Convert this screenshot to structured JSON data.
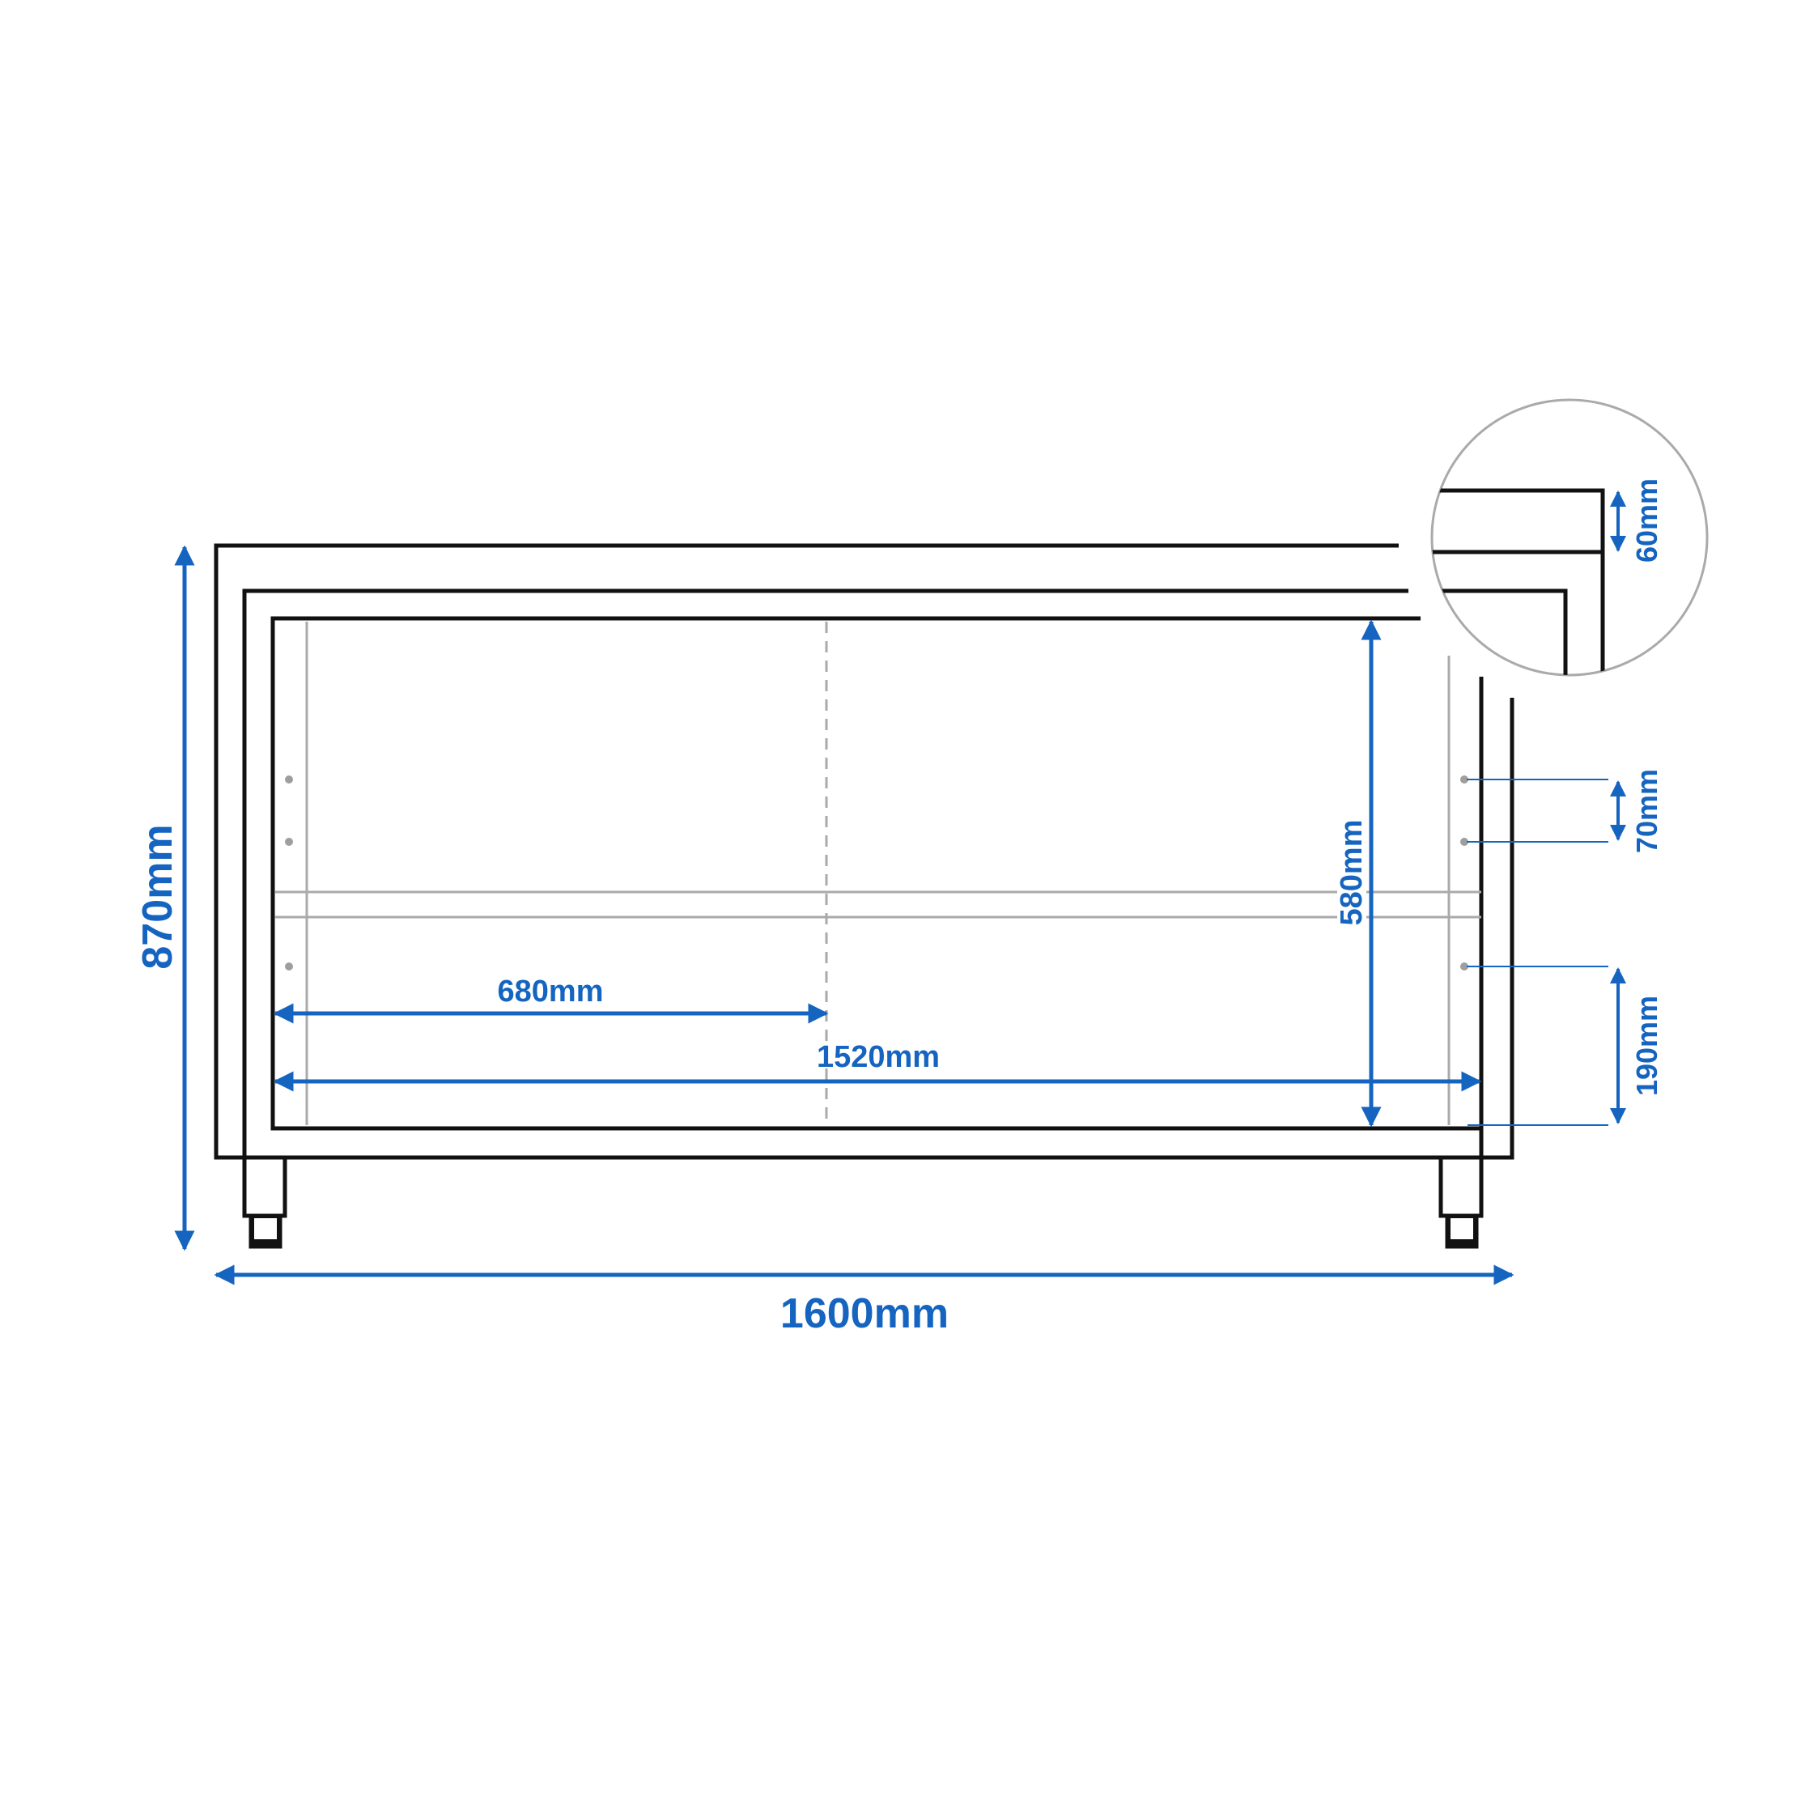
{
  "dimensions": {
    "total_width": "1600mm",
    "total_height": "870mm",
    "inner_width": "1520mm",
    "door_width": "680mm",
    "inner_height": "580mm",
    "worktop_height": "60mm",
    "hole_spacing": "70mm",
    "hole_from_bottom": "190mm"
  },
  "colors": {
    "dimension": "#1565c0",
    "outline": "#111111",
    "guide": "#aaaaaa"
  }
}
